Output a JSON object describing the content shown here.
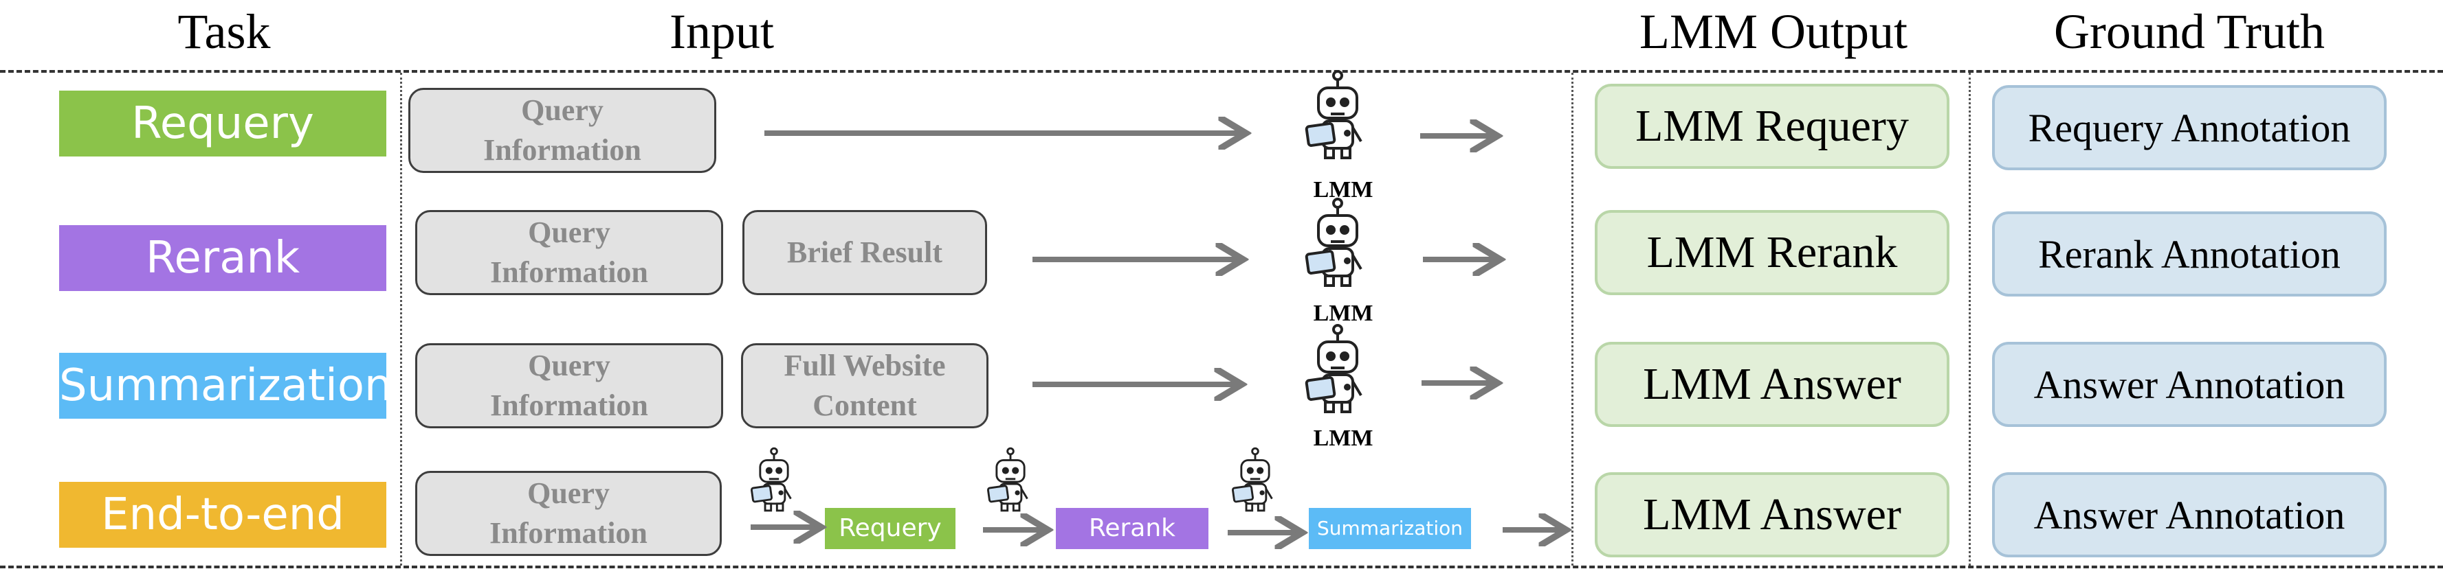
{
  "headers": {
    "task": "Task",
    "input": "Input",
    "output": "LMM Output",
    "truth": "Ground Truth"
  },
  "colors": {
    "requery": "#8bc34a",
    "rerank": "#a374e3",
    "summarization": "#5cbbf6",
    "end_to_end": "#f0b830"
  },
  "rows": [
    {
      "task": "Requery",
      "inputs": [
        "Query\nInformation"
      ],
      "lmm": "LMM",
      "output": "LMM Requery",
      "truth": "Requery Annotation"
    },
    {
      "task": "Rerank",
      "inputs": [
        "Query\nInformation",
        "Brief Result"
      ],
      "lmm": "LMM",
      "output": "LMM Rerank",
      "truth": "Rerank Annotation"
    },
    {
      "task": "Summarization",
      "inputs": [
        "Query\nInformation",
        "Full Website\nContent"
      ],
      "lmm": "LMM",
      "output": "LMM Answer",
      "truth": "Answer Annotation"
    },
    {
      "task": "End-to-end",
      "inputs": [
        "Query\nInformation"
      ],
      "pipeline": [
        "Requery",
        "Rerank",
        "Summarization"
      ],
      "output": "LMM Answer",
      "truth": "Answer Annotation"
    }
  ],
  "icons": {
    "robot": "robot-icon",
    "arrow": "arrow-right-icon"
  }
}
